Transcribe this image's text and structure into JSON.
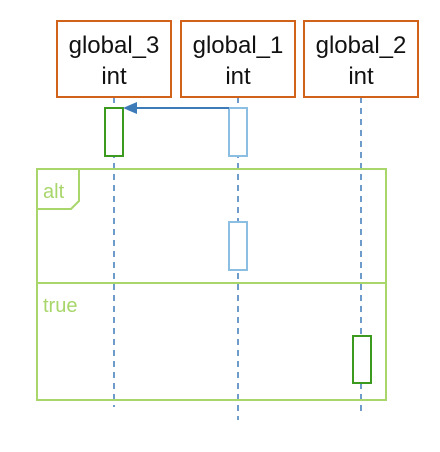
{
  "diagram": {
    "type": "sequence-diagram",
    "participants": [
      {
        "id": "p1",
        "name": "global_3",
        "type": "int"
      },
      {
        "id": "p2",
        "name": "global_1",
        "type": "int"
      },
      {
        "id": "p3",
        "name": "global_2",
        "type": "int"
      }
    ],
    "messages": [
      {
        "from": "global_1",
        "to": "global_3",
        "label": ""
      }
    ],
    "fragment": {
      "operator": "alt",
      "condition": "true"
    },
    "colors": {
      "participant_border": "#d0621a",
      "lifeline": "#3d7ab8",
      "activation_green": "#3c9a1e",
      "activation_blue": "#8cbde2",
      "fragment": "#a8d66b"
    }
  }
}
